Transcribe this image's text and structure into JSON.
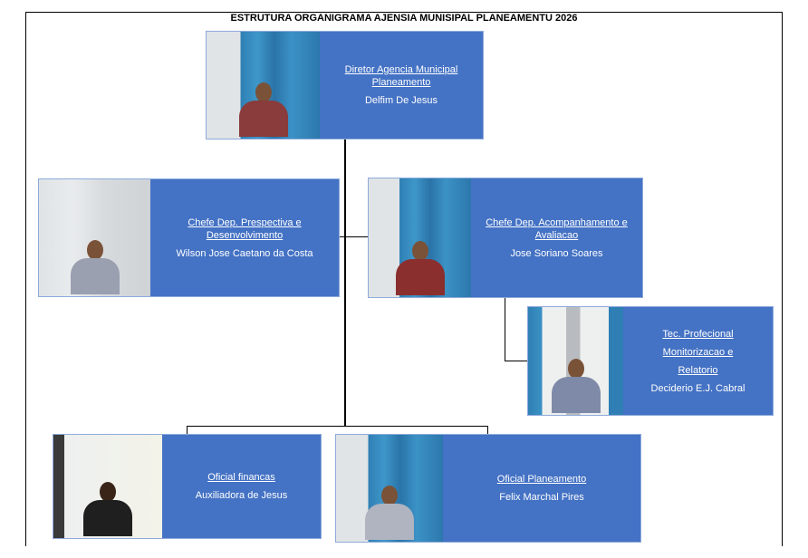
{
  "title": "ESTRUTURA ORGANIGRAMA AJENSIA MUNISIPAL PLANEAMENTU 2026",
  "colors": {
    "box": "#4472C4",
    "text": "#FFFFFF"
  },
  "positions": [
    {
      "role": "Diretor  Agencia Municipal Planeamento",
      "name": "Delfim De Jesus"
    },
    {
      "role": "Chefe Dep. Prespectiva e Desenvolvimento",
      "name": "Wilson Jose Caetano da Costa"
    },
    {
      "role": "Chefe Dep. Acompanhamento e Avaliacao",
      "name": "Jose Soriano Soares"
    },
    {
      "role_lines": [
        "Tec. Profecional",
        "Monitorizacao e",
        "Relatorio"
      ],
      "name": "Deciderio E.J. Cabral"
    },
    {
      "role": "Oficial financas",
      "name": "Auxiliadora de Jesus"
    },
    {
      "role": "Oficial Planeamento",
      "name": "Felix Marchal Pires"
    }
  ]
}
